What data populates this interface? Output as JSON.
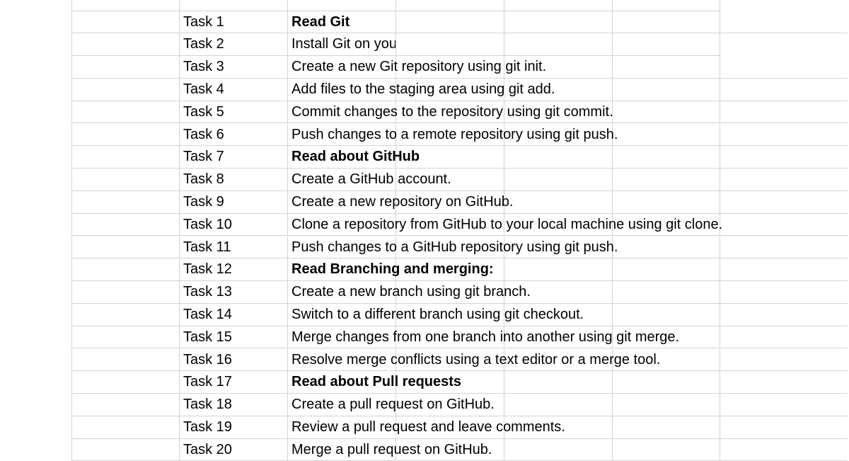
{
  "tasks": [
    {
      "id": "Task 1",
      "text": "Read Git",
      "bold": true
    },
    {
      "id": "Task 2",
      "text": "Install Git on your computer.",
      "bold": false,
      "clip": true
    },
    {
      "id": "Task 3",
      "text": "Create a new Git repository using git init.",
      "bold": false
    },
    {
      "id": "Task 4",
      "text": "Add files to the staging area using git add.",
      "bold": false
    },
    {
      "id": "Task 5",
      "text": "Commit changes to the repository using git commit.",
      "bold": false
    },
    {
      "id": "Task 6",
      "text": "Push changes to a remote repository using git push.",
      "bold": false
    },
    {
      "id": "Task 7",
      "text": "Read about GitHub",
      "bold": true
    },
    {
      "id": "Task 8",
      "text": "Create a GitHub account.",
      "bold": false
    },
    {
      "id": "Task 9",
      "text": "Create a new repository on GitHub.",
      "bold": false
    },
    {
      "id": "Task 10",
      "text": "Clone a repository from GitHub to your local machine using git clone.",
      "bold": false
    },
    {
      "id": "Task 11",
      "text": "Push changes to a GitHub repository using git push.",
      "bold": false
    },
    {
      "id": "Task 12",
      "text": "Read Branching and merging:",
      "bold": true
    },
    {
      "id": "Task 13",
      "text": "Create a new branch using git branch.",
      "bold": false
    },
    {
      "id": "Task 14",
      "text": "Switch to a different branch using git checkout.",
      "bold": false
    },
    {
      "id": "Task 15",
      "text": "Merge changes from one branch into another using git merge.",
      "bold": false
    },
    {
      "id": "Task 16",
      "text": "Resolve merge conflicts using a text editor or a merge tool.",
      "bold": false
    },
    {
      "id": "Task 17",
      "text": "Read about Pull requests",
      "bold": true
    },
    {
      "id": "Task 18",
      "text": "Create a pull request on GitHub.",
      "bold": false
    },
    {
      "id": "Task 19",
      "text": "Review a pull request and leave comments.",
      "bold": false
    },
    {
      "id": "Task 20",
      "text": "Merge a pull request on GitHub.",
      "bold": false
    }
  ],
  "colors": {
    "gridline": "#d4d4d4",
    "text": "#000000",
    "background": "#ffffff"
  }
}
